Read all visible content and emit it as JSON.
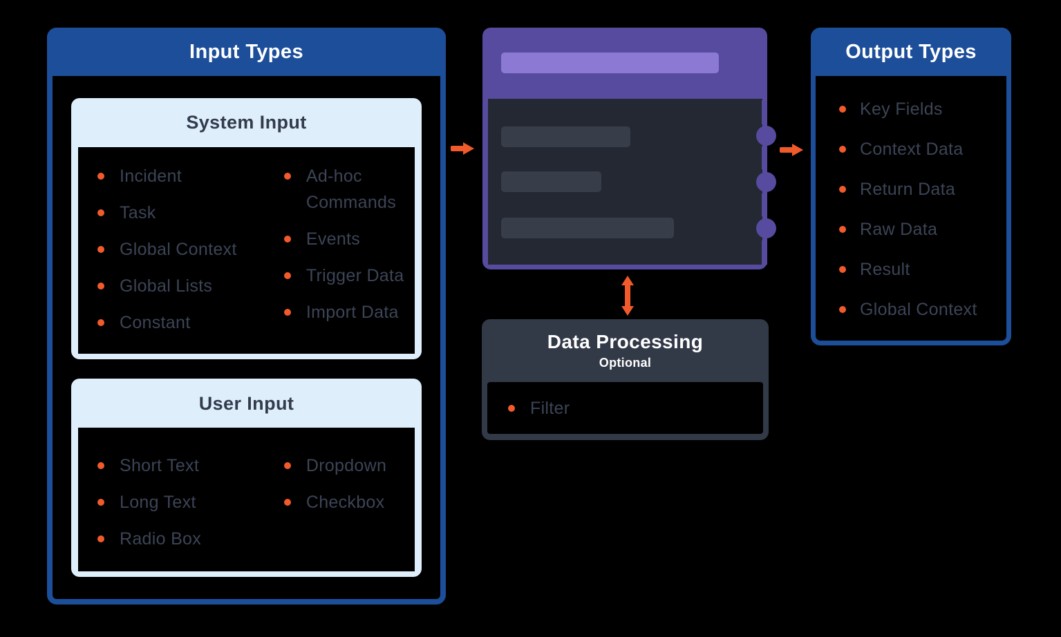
{
  "colors": {
    "blue": "#1d4e9a",
    "lightblue": "#dfeefb",
    "orange": "#f15b2b",
    "purple": "#574b9f",
    "lightpurple": "#8b79d3",
    "slate": "#3c4456",
    "heading": "#333b4d",
    "nodebody": "#242833",
    "bargray": "#373d49",
    "procbg": "#323947",
    "bg": "#000000"
  },
  "input": {
    "title": "Input Types",
    "system": {
      "title": "System Input",
      "col1": [
        "Incident",
        "Task",
        "Global Context",
        "Global Lists",
        "Constant"
      ],
      "col2": [
        "Ad-hoc Commands",
        "Events",
        "Trigger Data",
        "Import Data"
      ]
    },
    "user": {
      "title": "User Input",
      "col1": [
        "Short Text",
        "Long Text",
        "Radio Box"
      ],
      "col2": [
        "Dropdown",
        "Checkbox"
      ]
    }
  },
  "processing": {
    "title": "Data Processing",
    "subtitle": "Optional",
    "items": [
      "Filter"
    ]
  },
  "output": {
    "title": "Output Types",
    "items": [
      "Key Fields",
      "Context Data",
      "Return Data",
      "Raw Data",
      "Result",
      "Global Context"
    ]
  }
}
